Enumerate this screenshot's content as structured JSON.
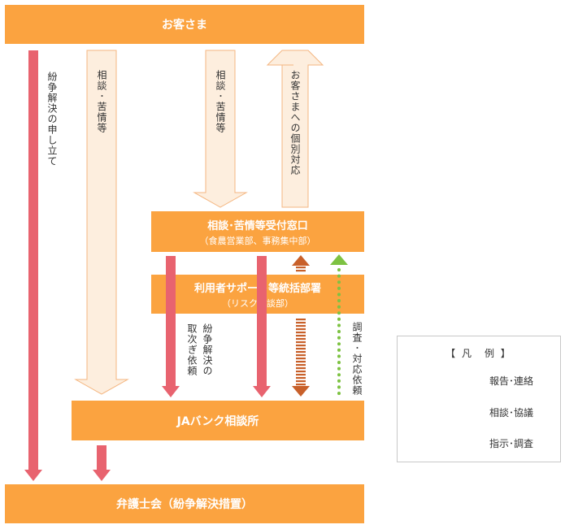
{
  "boxes": {
    "customer": "お客さま",
    "desk_title": "相談･苦情等受付窓口",
    "desk_sub": "（食農営業部、事務集中部）",
    "support_title": "利用者サポート等統括部署",
    "support_sub": "（リスク相談部）",
    "jabank": "JAバンク相談所",
    "lawyers": "弁護士会（紛争解決措置）"
  },
  "arrow_labels": {
    "dispute_filing": "紛争解決の申し立て",
    "consult_left": "相談･苦情等",
    "consult_mid": "相談･苦情等",
    "individual": "お客さまへの個別対応",
    "relay_col1": "紛争解決の",
    "relay_col2": "取次ぎ依頼",
    "survey": "調査･対応依頼"
  },
  "legend": {
    "title": "【 凡　例 】",
    "report": "報告･連絡",
    "consult": "相談･協議",
    "instruct": "指示･調査"
  },
  "colors": {
    "box": "#fba340",
    "report_arrow": "#e8636f",
    "consult_arrow": "#c8602a",
    "instruct_arrow": "#7dc242",
    "pale_arrow_fill": "#fdeede",
    "pale_arrow_stroke": "#f4b680"
  }
}
